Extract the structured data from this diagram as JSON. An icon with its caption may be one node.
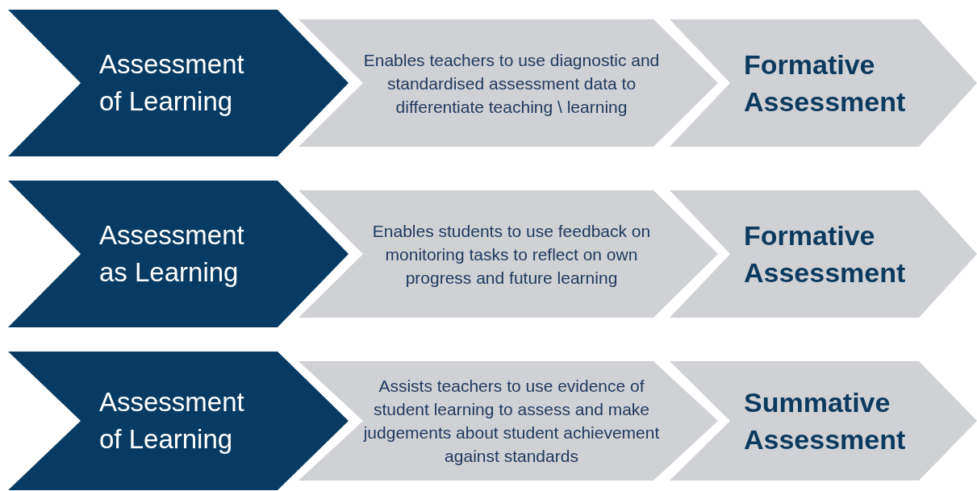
{
  "diagram": {
    "nodes": [
      {
        "text": [
          "Assessment of Learning"
        ]
      },
      {
        "text": [
          "Enables teachers to use diagnostic and standardised assessment data to differentiate teaching \\ learning"
        ]
      },
      {
        "text": [
          "Formative Assessment"
        ]
      },
      {
        "text": [
          "Assessment as Learning"
        ]
      },
      {
        "text": [
          "Enables students to use feedback on monitoring tasks to reflect on own progress and future learning"
        ]
      },
      {
        "text": [
          "Formative Assessment"
        ]
      },
      {
        "text": [
          "Assessment of Learning"
        ]
      },
      {
        "text": [
          "Assists teachers to use evidence of student learning to assess and make judgements about student achievement against standards"
        ]
      },
      {
        "text": [
          "Summative Assessment"
        ]
      }
    ]
  }
}
